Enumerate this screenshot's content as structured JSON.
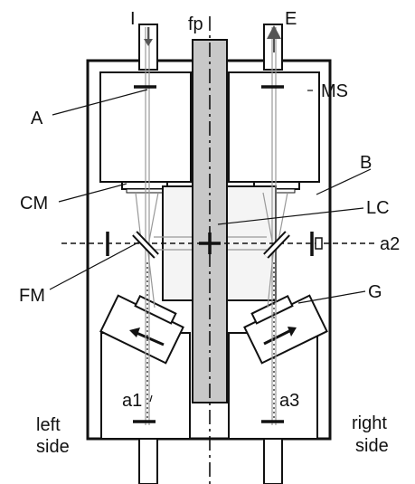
{
  "labels": {
    "I": "I",
    "fp": "fp",
    "E": "E",
    "A": "A",
    "MS": "MS",
    "B": "B",
    "CM": "CM",
    "LC": "LC",
    "a2": "a2",
    "FM": "FM",
    "G": "G",
    "a1": "a1",
    "a3": "a3",
    "left_side_line1": "left",
    "left_side_line2": "side",
    "right_side_line1": "right",
    "right_side_line2": "side"
  },
  "colors": {
    "line": "#111111",
    "beam": "#999999",
    "column_fill": "#c8c8c8",
    "block_fill": "#f4f4f4"
  }
}
